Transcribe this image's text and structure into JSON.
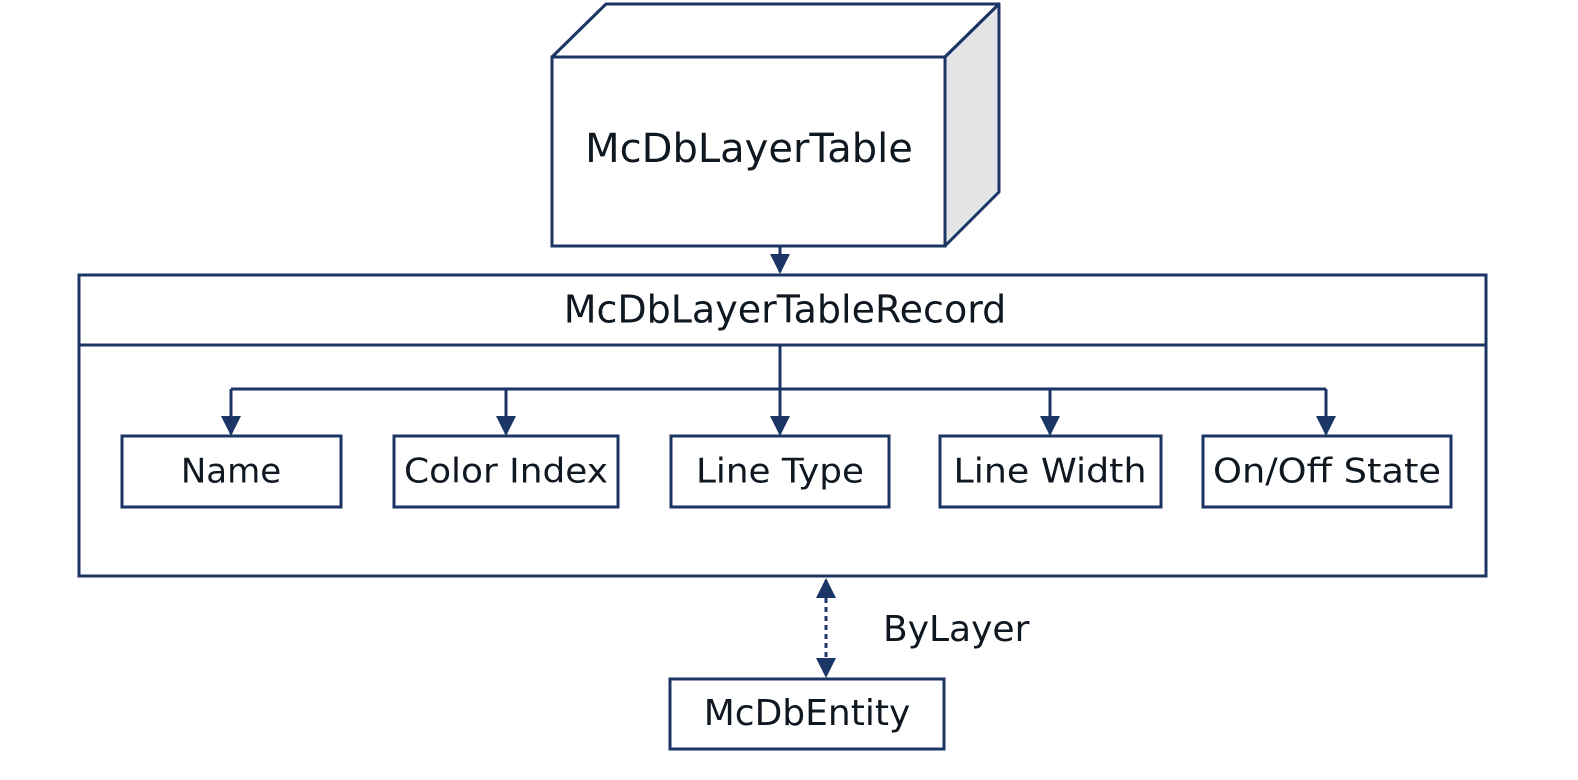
{
  "diagram": {
    "table_box": {
      "label": "McDbLayerTable"
    },
    "record_box": {
      "label": "McDbLayerTableRecord",
      "properties": [
        {
          "label": "Name"
        },
        {
          "label": "Color Index"
        },
        {
          "label": "Line Type"
        },
        {
          "label": "Line Width"
        },
        {
          "label": "On/Off State"
        }
      ]
    },
    "link_label": "ByLayer",
    "entity_box": {
      "label": "McDbEntity"
    }
  },
  "colors": {
    "stroke": "#1b3565",
    "text": "#0f1720",
    "box_fill": "#ffffff",
    "shade_fill": "#e2e4e6"
  }
}
